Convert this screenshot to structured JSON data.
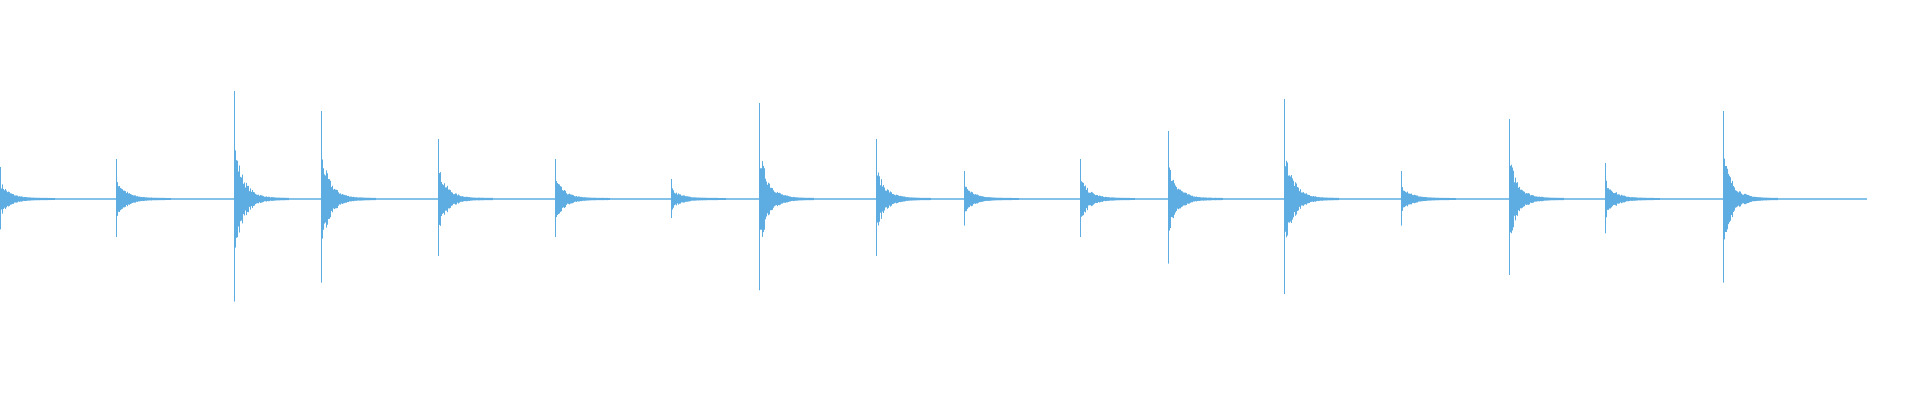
{
  "waveform": {
    "color": "#5dade2",
    "background": "#ffffff",
    "transient_peak_amplitudes": [
      0.08,
      0.1,
      0.27,
      0.22,
      0.15,
      0.1,
      0.05,
      0.24,
      0.15,
      0.07,
      0.1,
      0.17,
      0.25,
      0.07,
      0.2,
      0.09,
      0.22
    ]
  }
}
